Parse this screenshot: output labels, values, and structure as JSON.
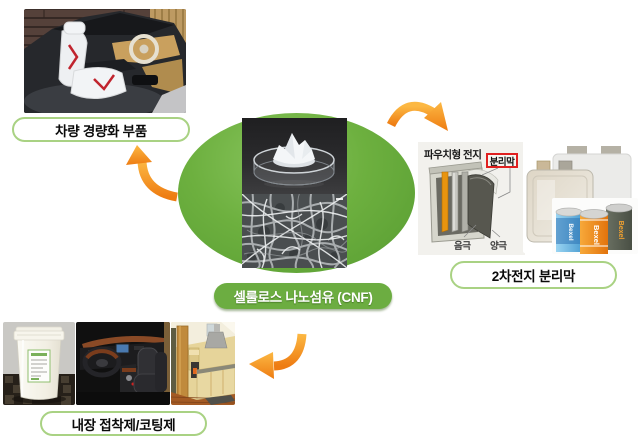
{
  "diagram_title": "CNF applications diagram",
  "center": {
    "label": "셀룰로스 나노섬유 (CNF)"
  },
  "apps": {
    "lightweight": {
      "label": "차량 경량화 부품"
    },
    "separator": {
      "label": "2차전지 분리막"
    },
    "adhesive": {
      "label": "내장 접착제/코팅제"
    }
  },
  "battery": {
    "title": "파우치형 전지",
    "separator_label": "분리막",
    "anode": "음극",
    "cathode": "양극",
    "brand": "Bexel"
  },
  "photos": {
    "lightweight": "concept-car-interior",
    "cnf_top": "cnf-gel-in-petri-dish",
    "cnf_bottom": "cnf-sem-micrograph",
    "separator_photo": "pouch-cells-and-cylindrical-cells",
    "adhesive_1": "adhesive-pail",
    "adhesive_2": "car-interior",
    "adhesive_3": "room-interior"
  },
  "colors": {
    "ellipse_green": "#6cb043",
    "cnf_pill_green": "#6cad41",
    "pill_border_green": "#a9d283",
    "arrow_orange_light": "#fcb843",
    "arrow_orange_dark": "#ee7c12",
    "separator_box_red": "#e02020"
  }
}
